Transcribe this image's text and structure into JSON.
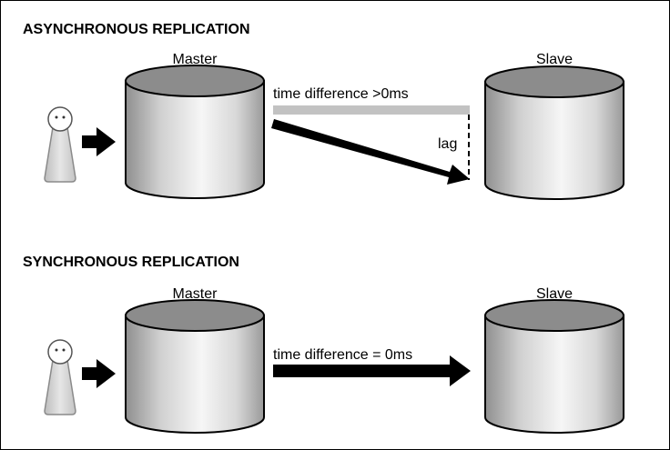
{
  "async": {
    "title": "ASYNCHRONOUS REPLICATION",
    "master_label": "Master",
    "slave_label": "Slave",
    "time_label": "time difference >0ms",
    "lag_label": "lag"
  },
  "sync": {
    "title": "SYNCHRONOUS REPLICATION",
    "master_label": "Master",
    "slave_label": "Slave",
    "time_label": "time difference = 0ms"
  },
  "colors": {
    "cylinder_top": "#8c8c8c",
    "cylinder_body_dark": "#9a9a9a",
    "cylinder_body_light": "#f4f4f4",
    "person_fill": "#d4d4d4",
    "time_bar": "#c2c2c2",
    "arrow": "#000000"
  }
}
